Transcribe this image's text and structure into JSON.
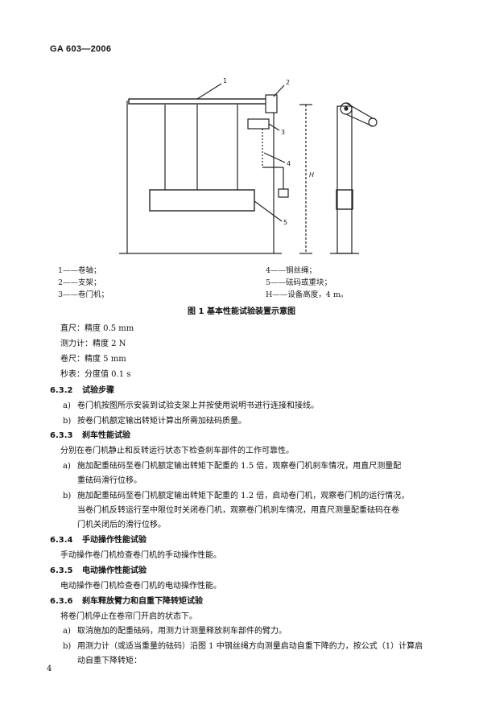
{
  "header": "GA 603—2006",
  "figure": {
    "callouts": [
      "1",
      "2",
      "3",
      "4",
      "5"
    ],
    "h_label": "H"
  },
  "legend": {
    "left": [
      "1——卷轴；",
      "2——支架；",
      "3——卷门机；"
    ],
    "right": [
      "4——钢丝绳；",
      "5——砝码或重块；",
      "H——设备高度，4 m。"
    ]
  },
  "caption": "图 1   基本性能试验装置示意图",
  "instruments": [
    "直尺：精度 0.5 mm",
    "测力计：精度 2 N",
    "卷尺：精度 5 mm",
    "秒表：分度值 0.1 s"
  ],
  "s632": {
    "num": "6.3.2",
    "title": "试验步骤",
    "a_label": "a)",
    "a": "卷门机按图所示安装到试验支架上并按使用说明书进行连接和接线。",
    "b_label": "b)",
    "b": "按卷门机额定输出转矩计算出所需加砝码质量。"
  },
  "s633": {
    "num": "6.3.3",
    "title": "刹车性能试验",
    "intro": "分别在卷门机静止和反转运行状态下检查刹车部件的工作可靠性。",
    "a_label": "a)",
    "a1": "施加配重砝码至卷门机额定输出转矩下配重的 1.5 倍，观察卷门机刹车情况，用直尺测量配",
    "a2": "重砝码滑行位移。",
    "b_label": "b)",
    "b1": "施加配重砝码至卷门机额定输出转矩下配重的 1.2 倍，启动卷门机，观察卷门机的运行情况，",
    "b2": "当卷门机反转运行至中限位时关闭卷门机，观察卷门机刹车情况，用直尺测量配重砝码在卷",
    "b3": "门机关闭后的滑行位移。"
  },
  "s634": {
    "num": "6.3.4",
    "title": "手动操作性能试验",
    "text": "手动操作卷门机检查卷门机的手动操作性能。"
  },
  "s635": {
    "num": "6.3.5",
    "title": "电动操作性能试验",
    "text": "电动操作卷门机检查卷门机的电动操作性能。"
  },
  "s636": {
    "num": "6.3.6",
    "title": "刹车释放臂力和自重下降转矩试验",
    "intro": "将卷门机停止在卷帘门开启的状态下。",
    "a_label": "a)",
    "a": "取消施加的配重砝码，用测力计测量释放刹车部件的臂力。",
    "b_label": "b)",
    "b1": "用测力计（或适当重量的砝码）沿图 1 中钢丝绳方向测量启动自重下降的力，按公式（1）计算启",
    "b2": "动自重下降转矩："
  },
  "page_number": "4"
}
